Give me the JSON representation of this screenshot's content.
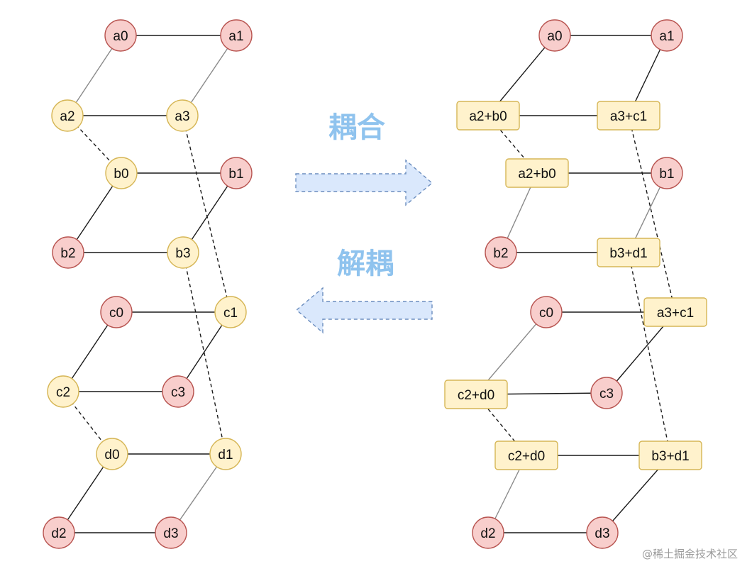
{
  "captions": {
    "couple": "耦合",
    "decouple": "解耦"
  },
  "watermark": "@稀土掘金技术社区",
  "colors": {
    "red_fill": "#f8cecc",
    "red_stroke": "#b85450",
    "yellow_fill": "#fff2cc",
    "yellow_stroke": "#d6b656",
    "arrow_fill": "#dae8fc",
    "arrow_stroke": "#6c8ebf"
  },
  "left": {
    "nodes": {
      "a0": {
        "label": "a0",
        "kind": "red"
      },
      "a1": {
        "label": "a1",
        "kind": "red"
      },
      "a2": {
        "label": "a2",
        "kind": "yellow"
      },
      "a3": {
        "label": "a3",
        "kind": "yellow"
      },
      "b0": {
        "label": "b0",
        "kind": "yellow"
      },
      "b1": {
        "label": "b1",
        "kind": "red"
      },
      "b2": {
        "label": "b2",
        "kind": "red"
      },
      "b3": {
        "label": "b3",
        "kind": "yellow"
      },
      "c0": {
        "label": "c0",
        "kind": "red"
      },
      "c1": {
        "label": "c1",
        "kind": "yellow"
      },
      "c2": {
        "label": "c2",
        "kind": "yellow"
      },
      "c3": {
        "label": "c3",
        "kind": "red"
      },
      "d0": {
        "label": "d0",
        "kind": "yellow"
      },
      "d1": {
        "label": "d1",
        "kind": "yellow"
      },
      "d2": {
        "label": "d2",
        "kind": "red"
      },
      "d3": {
        "label": "d3",
        "kind": "red"
      }
    },
    "edges": [
      {
        "from": "a0",
        "to": "a1",
        "style": "solid"
      },
      {
        "from": "a0",
        "to": "a2",
        "style": "gray"
      },
      {
        "from": "a1",
        "to": "a3",
        "style": "gray"
      },
      {
        "from": "a2",
        "to": "a3",
        "style": "solid"
      },
      {
        "from": "a2",
        "to": "b0",
        "style": "dashed"
      },
      {
        "from": "a3",
        "to": "c1",
        "style": "dashed"
      },
      {
        "from": "b0",
        "to": "b1",
        "style": "solid"
      },
      {
        "from": "b0",
        "to": "b2",
        "style": "solid"
      },
      {
        "from": "b1",
        "to": "b3",
        "style": "solid"
      },
      {
        "from": "b2",
        "to": "b3",
        "style": "solid"
      },
      {
        "from": "b3",
        "to": "d1",
        "style": "dashed"
      },
      {
        "from": "c0",
        "to": "c1",
        "style": "solid"
      },
      {
        "from": "c0",
        "to": "c2",
        "style": "solid"
      },
      {
        "from": "c1",
        "to": "c3",
        "style": "solid"
      },
      {
        "from": "c2",
        "to": "c3",
        "style": "solid"
      },
      {
        "from": "c2",
        "to": "d0",
        "style": "dashed"
      },
      {
        "from": "d0",
        "to": "d1",
        "style": "solid"
      },
      {
        "from": "d0",
        "to": "d2",
        "style": "solid"
      },
      {
        "from": "d1",
        "to": "d3",
        "style": "gray"
      },
      {
        "from": "d2",
        "to": "d3",
        "style": "solid"
      }
    ]
  },
  "right": {
    "nodes": {
      "a0": {
        "label": "a0",
        "kind": "red"
      },
      "a1": {
        "label": "a1",
        "kind": "red"
      },
      "a2b0_top": {
        "label": "a2+b0",
        "kind": "box"
      },
      "a3c1_top": {
        "label": "a3+c1",
        "kind": "box"
      },
      "a2b0_mid": {
        "label": "a2+b0",
        "kind": "box"
      },
      "b1": {
        "label": "b1",
        "kind": "red"
      },
      "b2": {
        "label": "b2",
        "kind": "red"
      },
      "b3d1_top": {
        "label": "b3+d1",
        "kind": "box"
      },
      "c0": {
        "label": "c0",
        "kind": "red"
      },
      "a3c1_low": {
        "label": "a3+c1",
        "kind": "box"
      },
      "c2d0_top": {
        "label": "c2+d0",
        "kind": "box"
      },
      "c3": {
        "label": "c3",
        "kind": "red"
      },
      "c2d0_low": {
        "label": "c2+d0",
        "kind": "box"
      },
      "b3d1_low": {
        "label": "b3+d1",
        "kind": "box"
      },
      "d2": {
        "label": "d2",
        "kind": "red"
      },
      "d3": {
        "label": "d3",
        "kind": "red"
      }
    },
    "edges": [
      {
        "from": "a0",
        "to": "a1",
        "style": "solid"
      },
      {
        "from": "a0",
        "to": "a2b0_top",
        "style": "solid"
      },
      {
        "from": "a1",
        "to": "a3c1_top",
        "style": "solid"
      },
      {
        "from": "a2b0_top",
        "to": "a3c1_top",
        "style": "solid"
      },
      {
        "from": "a2b0_top",
        "to": "a2b0_mid",
        "style": "dashed"
      },
      {
        "from": "a3c1_top",
        "to": "a3c1_low",
        "style": "dashed"
      },
      {
        "from": "a2b0_mid",
        "to": "b1",
        "style": "solid"
      },
      {
        "from": "a2b0_mid",
        "to": "b2",
        "style": "gray"
      },
      {
        "from": "b1",
        "to": "b3d1_top",
        "style": "gray"
      },
      {
        "from": "b2",
        "to": "b3d1_top",
        "style": "solid"
      },
      {
        "from": "b3d1_top",
        "to": "b3d1_low",
        "style": "dashed"
      },
      {
        "from": "c0",
        "to": "a3c1_low",
        "style": "solid"
      },
      {
        "from": "c0",
        "to": "c2d0_top",
        "style": "gray"
      },
      {
        "from": "a3c1_low",
        "to": "c3",
        "style": "solid"
      },
      {
        "from": "c2d0_top",
        "to": "c3",
        "style": "solid"
      },
      {
        "from": "c2d0_top",
        "to": "c2d0_low",
        "style": "dashed"
      },
      {
        "from": "c2d0_low",
        "to": "b3d1_low",
        "style": "solid"
      },
      {
        "from": "c2d0_low",
        "to": "d2",
        "style": "gray"
      },
      {
        "from": "b3d1_low",
        "to": "d3",
        "style": "solid"
      },
      {
        "from": "d2",
        "to": "d3",
        "style": "solid"
      }
    ]
  }
}
